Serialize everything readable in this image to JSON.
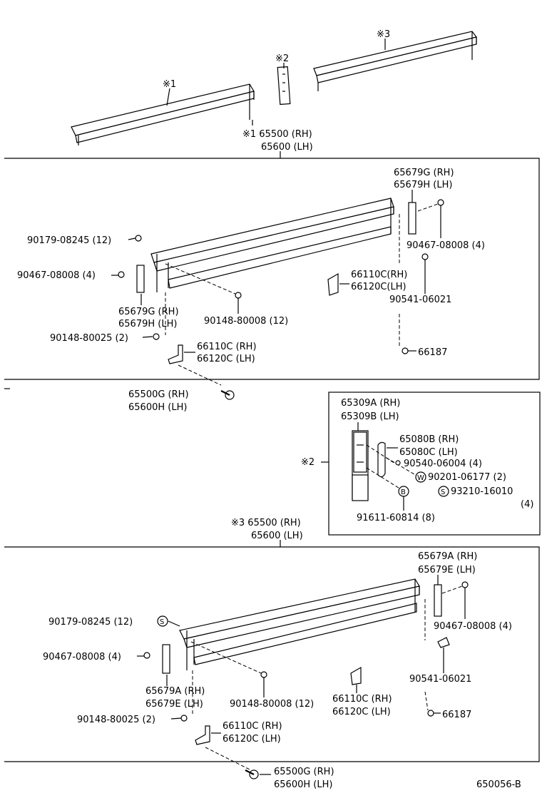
{
  "top": {
    "mark1": "※1",
    "mark2": "※2",
    "mark3": "※3"
  },
  "box1_title": [
    "※1 65500 (RH)",
    "65600 (LH)"
  ],
  "box1_labels": [
    "65679G (RH)",
    "65679H (LH)",
    "90179-08245 (12)",
    "90467-08008 (4)",
    "90467-08008 (4)",
    "66110C(RH)",
    "66120C(LH)",
    "90541-06021",
    "90148-80008 (12)",
    "65679G (RH)",
    "65679H (LH)",
    "90148-80025 (2)",
    "66110C (RH)",
    "66120C (LH)",
    "66187"
  ],
  "between_labels": [
    "65500G (RH)",
    "65600H (LH)"
  ],
  "box2_labels": [
    "65309A (RH)",
    "65309B (LH)",
    "65080B (RH)",
    "65080C (LH)",
    "90540-06004 (4)",
    "90201-06177 (2)",
    "93210-16010",
    "(4)",
    "91611-60814 (8)",
    "※2"
  ],
  "box2_badges": [
    "W",
    "S",
    "B"
  ],
  "box3_title": [
    "※3 65500 (RH)",
    "65600 (LH)"
  ],
  "box3_labels": [
    "65679A (RH)",
    "65679E (LH)",
    "90179-08245 (12)",
    "90467-08008 (4)",
    "90467-08008 (4)",
    "90541-06021",
    "65679A (RH)",
    "65679E (LH)",
    "90148-80008 (12)",
    "66110C (RH)",
    "66120C (LH)",
    "90148-80025 (2)",
    "66110C (RH)",
    "66120C (LH)",
    "66187"
  ],
  "box3_badge": "S",
  "bottom_labels": [
    "65500G (RH)",
    "65600H (LH)"
  ],
  "figure_code": "650056-B"
}
